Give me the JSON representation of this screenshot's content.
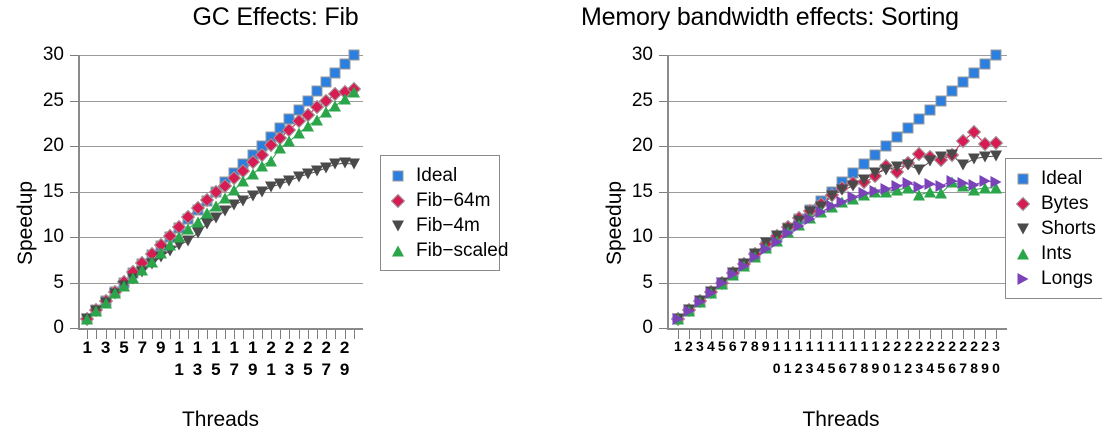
{
  "chart_data": [
    {
      "type": "scatter",
      "title": "GC Effects: Fib",
      "xlabel": "Threads",
      "ylabel": "Speedup",
      "xlim": [
        0,
        31
      ],
      "ylim": [
        0,
        30
      ],
      "yticks": [
        0,
        5,
        10,
        15,
        20,
        25,
        30
      ],
      "grid": true,
      "legend_position": "right",
      "x": [
        1,
        2,
        3,
        4,
        5,
        6,
        7,
        8,
        9,
        10,
        11,
        12,
        13,
        14,
        15,
        16,
        17,
        18,
        19,
        20,
        21,
        22,
        23,
        24,
        25,
        26,
        27,
        28,
        29,
        30
      ],
      "xtick_labels": [
        "1",
        "3",
        "5",
        "7",
        "9",
        "11",
        "13",
        "15",
        "17",
        "19",
        "21",
        "23",
        "25",
        "27",
        "29"
      ],
      "xtick_positions": [
        1,
        3,
        5,
        7,
        9,
        11,
        13,
        15,
        17,
        19,
        21,
        23,
        25,
        27,
        29
      ],
      "series": [
        {
          "name": "Ideal",
          "marker": "square",
          "color": "#2a7fe0",
          "values": [
            1,
            2,
            3,
            4,
            5,
            6,
            7,
            8,
            9,
            10,
            11,
            12,
            13,
            14,
            15,
            16,
            17,
            18,
            19,
            20,
            21,
            22,
            23,
            24,
            25,
            26,
            27,
            28,
            29,
            30
          ]
        },
        {
          "name": "Fib-64m",
          "marker": "diamond",
          "color": "#d81b52",
          "values": [
            1,
            2.0,
            3.0,
            4.0,
            5.1,
            6.1,
            7.1,
            8.1,
            9.1,
            10.1,
            11.1,
            12.2,
            13.2,
            14.1,
            15.0,
            15.6,
            16.5,
            17.3,
            18.2,
            19.0,
            20.1,
            20.9,
            21.8,
            22.7,
            23.4,
            24.3,
            24.9,
            25.7,
            25.9,
            26.3
          ]
        },
        {
          "name": "Fib-4m",
          "marker": "triangle-down",
          "color": "#4a4a4a",
          "values": [
            1,
            1.9,
            2.8,
            3.7,
            4.6,
            5.4,
            6.2,
            7.0,
            7.8,
            8.5,
            9.1,
            9.6,
            10.4,
            11.4,
            12.1,
            12.9,
            13.5,
            14.0,
            14.5,
            15.0,
            15.5,
            15.8,
            16.2,
            16.6,
            16.9,
            17.2,
            17.6,
            18.0,
            18.1,
            18.0
          ]
        },
        {
          "name": "Fib-scaled",
          "marker": "triangle-up",
          "color": "#2aa54a",
          "values": [
            1,
            1.9,
            2.8,
            3.8,
            4.6,
            5.5,
            6.4,
            7.3,
            8.2,
            9.1,
            10.0,
            10.9,
            11.7,
            12.6,
            13.4,
            14.3,
            15.2,
            16.1,
            16.9,
            17.8,
            18.4,
            19.8,
            20.5,
            21.4,
            22.2,
            22.9,
            23.7,
            24.4,
            25.2,
            25.9
          ]
        }
      ]
    },
    {
      "type": "scatter",
      "title": "Memory bandwidth effects: Sorting",
      "xlabel": "Threads",
      "ylabel": "Speedup",
      "xlim": [
        0,
        31
      ],
      "ylim": [
        0,
        30
      ],
      "yticks": [
        0,
        5,
        10,
        15,
        20,
        25,
        30
      ],
      "grid": true,
      "legend_position": "right",
      "x": [
        1,
        2,
        3,
        4,
        5,
        6,
        7,
        8,
        9,
        10,
        11,
        12,
        13,
        14,
        15,
        16,
        17,
        18,
        19,
        20,
        21,
        22,
        23,
        24,
        25,
        26,
        27,
        28,
        29,
        30
      ],
      "xtick_labels": [
        "1",
        "2",
        "3",
        "4",
        "5",
        "6",
        "7",
        "8",
        "9",
        "10",
        "11",
        "12",
        "13",
        "14",
        "15",
        "16",
        "17",
        "18",
        "19",
        "20",
        "21",
        "22",
        "23",
        "24",
        "25",
        "26",
        "27",
        "28",
        "29",
        "30"
      ],
      "xtick_positions": [
        1,
        2,
        3,
        4,
        5,
        6,
        7,
        8,
        9,
        10,
        11,
        12,
        13,
        14,
        15,
        16,
        17,
        18,
        19,
        20,
        21,
        22,
        23,
        24,
        25,
        26,
        27,
        28,
        29,
        30
      ],
      "series": [
        {
          "name": "Ideal",
          "marker": "square",
          "color": "#2a7fe0",
          "values": [
            1,
            2,
            3,
            4,
            5,
            6,
            7,
            8,
            9,
            10,
            11,
            12,
            13,
            14,
            15,
            16,
            17,
            18,
            19,
            20,
            21,
            22,
            23,
            24,
            25,
            26,
            27,
            28,
            29,
            30
          ]
        },
        {
          "name": "Bytes",
          "marker": "diamond",
          "color": "#d81b52",
          "values": [
            1,
            2.0,
            3.0,
            4.0,
            5.0,
            6.0,
            7.0,
            8.1,
            9.2,
            10.1,
            11.1,
            12.1,
            12.9,
            13.6,
            14.6,
            15.4,
            15.9,
            16.0,
            16.7,
            17.8,
            17.1,
            18.1,
            19.1,
            18.8,
            18.5,
            19.0,
            20.6,
            21.5,
            20.2,
            20.3
          ]
        },
        {
          "name": "Shorts",
          "marker": "triangle-down",
          "color": "#4a4a4a",
          "values": [
            1,
            2.0,
            3.0,
            4.0,
            5.0,
            6.0,
            7.0,
            8.1,
            9.3,
            10.1,
            10.9,
            11.8,
            12.7,
            13.3,
            14.5,
            15.2,
            15.6,
            16.3,
            17.0,
            17.4,
            17.7,
            17.9,
            17.4,
            18.3,
            18.8,
            19.0,
            17.9,
            18.6,
            18.8,
            18.9
          ]
        },
        {
          "name": "Ints",
          "marker": "triangle-up",
          "color": "#2aa54a",
          "values": [
            1,
            1.9,
            2.9,
            3.9,
            4.8,
            5.8,
            6.8,
            7.8,
            8.8,
            9.6,
            10.5,
            11.3,
            12.1,
            12.7,
            13.3,
            13.8,
            14.2,
            14.6,
            14.9,
            15.0,
            15.2,
            15.4,
            14.6,
            15.0,
            14.8,
            16.0,
            15.6,
            15.2,
            15.4,
            15.4
          ]
        },
        {
          "name": "Longs",
          "marker": "triangle-right",
          "color": "#7a43b8",
          "values": [
            1,
            1.9,
            2.9,
            3.9,
            4.9,
            5.9,
            6.8,
            7.8,
            8.7,
            9.5,
            10.4,
            11.2,
            12.0,
            12.7,
            13.4,
            13.9,
            14.4,
            14.8,
            15.1,
            15.3,
            15.6,
            15.9,
            15.5,
            15.8,
            15.6,
            16.2,
            15.9,
            15.7,
            16.2,
            16.0
          ]
        }
      ]
    }
  ]
}
